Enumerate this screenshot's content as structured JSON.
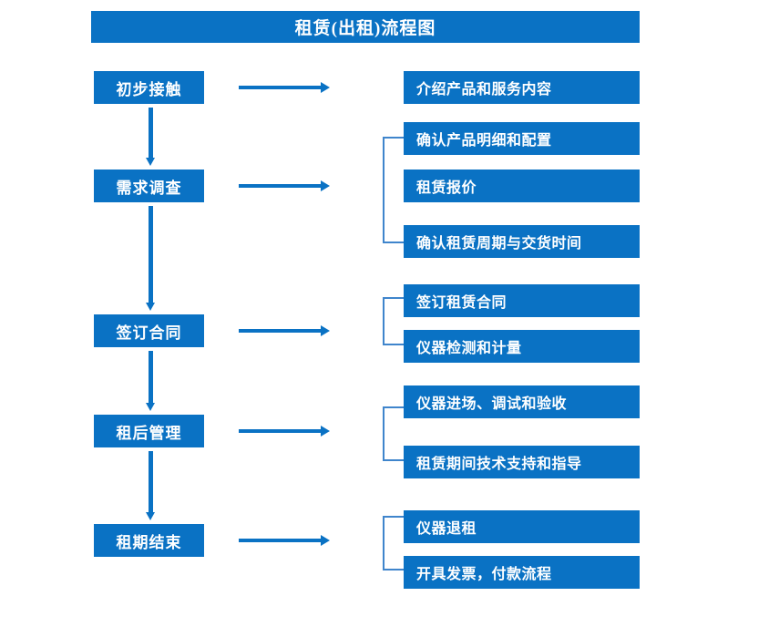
{
  "title": "租赁(出租)流程图",
  "theme": {
    "box_fill": "#0a72c4",
    "box_text": "#ffffff",
    "arrow": "#0a72c4",
    "bracket": "#3f85cc",
    "background": "#ffffff"
  },
  "stages": [
    {
      "label": "初步接触"
    },
    {
      "label": "需求调查"
    },
    {
      "label": "签订合同"
    },
    {
      "label": "租后管理"
    },
    {
      "label": "租期结束"
    }
  ],
  "details": {
    "group1": [
      {
        "label": "介绍产品和服务内容"
      }
    ],
    "group2": [
      {
        "label": "确认产品明细和配置"
      },
      {
        "label": "租赁报价"
      },
      {
        "label": "确认租赁周期与交货时间"
      }
    ],
    "group3": [
      {
        "label": "签订租赁合同"
      },
      {
        "label": "仪器检测和计量"
      }
    ],
    "group4": [
      {
        "label": "仪器进场、调试和验收"
      },
      {
        "label": "租赁期间技术支持和指导"
      }
    ],
    "group5": [
      {
        "label": "仪器退租"
      },
      {
        "label": "开具发票，付款流程"
      }
    ]
  },
  "connectors": {
    "vertical_arrow_name": "down-arrow-icon",
    "horizontal_arrow_name": "right-arrow-icon",
    "bracket_name": "group-bracket"
  }
}
